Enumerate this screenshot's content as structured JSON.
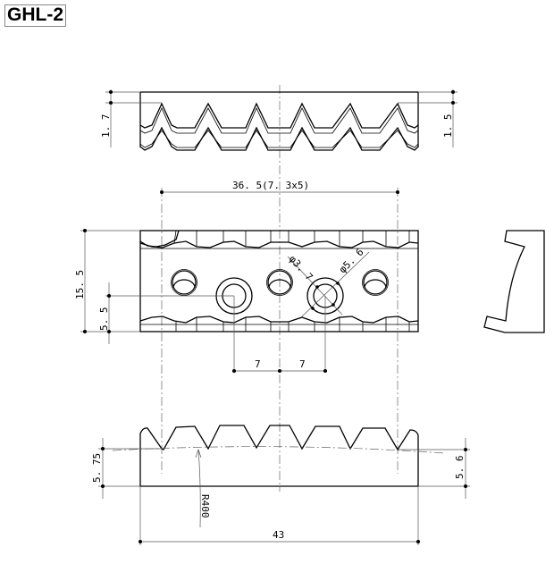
{
  "title": "GHL-2",
  "dimensions": {
    "top_left_height": "1. 7",
    "top_right_height": "1. 5",
    "pitch": "36. 5(7. 3x5)",
    "total_height": "15. 5",
    "hole_height": "5. 5",
    "small_hole_dia": "φ3. 7",
    "large_hole_dia": "φ5. 6",
    "spacing_left": "7",
    "spacing_right": "7",
    "left_height": "5. 75",
    "right_height": "5. 6",
    "radius": "R400",
    "total_length": "43"
  }
}
